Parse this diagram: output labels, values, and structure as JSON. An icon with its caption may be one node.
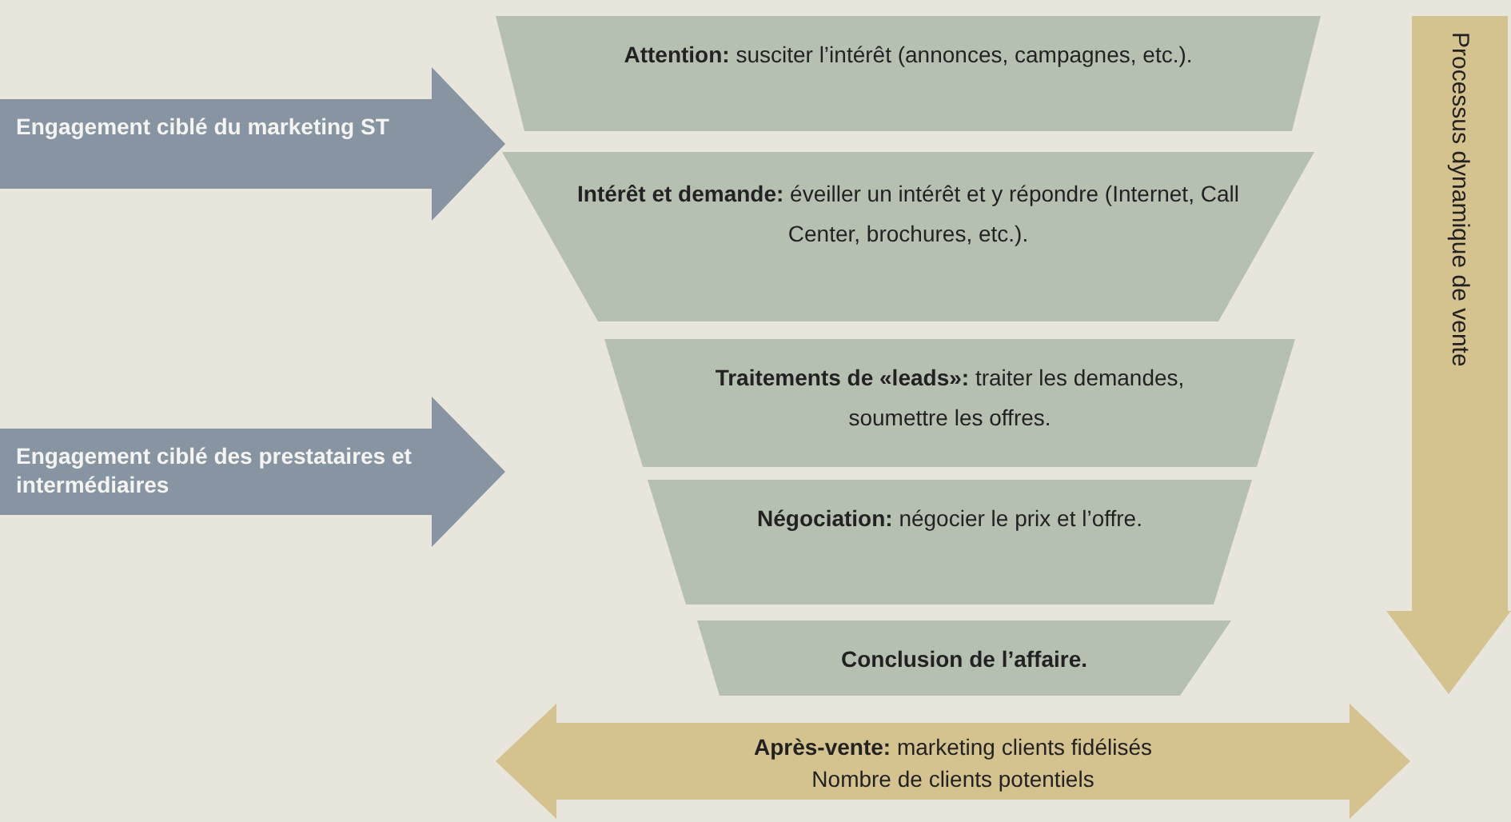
{
  "diagram": {
    "nodes": [
      {
        "text": [
          "**Attention:** susciter l’intérêt (annonces, campagnes, etc.)."
        ]
      },
      {
        "text": [
          "**Intérêt et demande:** éveiller un intérêt et y répondre (Internet, Call Center, brochures, etc.)."
        ]
      },
      {
        "text": [
          "**Traitements de «leads»:** traiter les demandes, soumettre les offres."
        ]
      },
      {
        "text": [
          "**Négociation:** négocier le prix et l’offre."
        ]
      },
      {
        "text": [
          "Conclusion de l’affaire."
        ]
      },
      {
        "text": [
          "Engagement ciblé du marketing ST"
        ]
      },
      {
        "text": [
          "Engagement ciblé des prestataires et intermédiaires"
        ]
      },
      {
        "text": [
          "Processus dynamique de vente"
        ]
      },
      {
        "text": [
          "**Après-vente:** marketing clients fidélisés",
          "Nombre de clients potentiels"
        ]
      }
    ]
  }
}
